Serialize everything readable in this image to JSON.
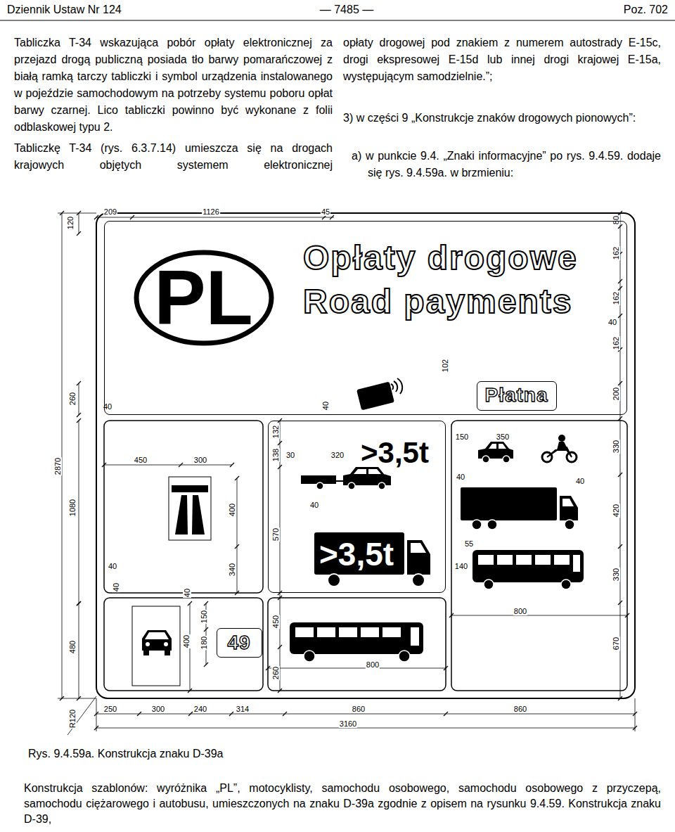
{
  "diagram": {
    "caption": "Rys. 9.4.59a. Konstrukcja znaku D-39a",
    "nodes": [
      {
        "text": [
          "Opłaty drogowe",
          "Road payments"
        ]
      },
      {
        "text": [
          "PL"
        ],
        "in": 0
      },
      {
        "text": [
          "Płatna"
        ],
        "in": 0
      },
      {
        "text": [
          ">3,5t",
          ">3,5t"
        ]
      },
      {
        "text": [
          "49"
        ]
      }
    ],
    "labels": [
      "Dziennik Ustaw Nr 124",
      "— 7485 —",
      "Poz. 702",
      "Tabliczka T-34 wskazująca pobór opłaty elektronicznej za przejazd drogą publiczną posiada tło barwy pomarańczowej z białą ramką tarczy tabliczki i symbol urządzenia instalowanego w pojeździe samochodowym na potrzeby systemu poboru opłat barwy czarnej. Lico tabliczki powinno być wykonane z folii odblaskowej typu 2.",
      "Tabliczkę T-34 (rys. 6.3.7.14) umieszcza się na drogach krajowych objętych systemem elektronicznej",
      "opłaty drogowej pod znakiem z numerem autostrady E-15c, drogi ekspresowej E-15d lub innej drogi krajowej E-15a, występującym samodzielnie.”;",
      "3) w części 9 „Konstrukcje znaków drogowych pionowych”:",
      "a) w punkcie 9.4. „Znaki informacyjne” po rys. 9.4.59. dodaje się rys. 9.4.59a. w brzmieniu:",
      "120",
      "209",
      "1126",
      "45",
      "80",
      "162",
      "162",
      "40",
      "162",
      "260",
      "40",
      "102",
      "40",
      "200",
      "2870",
      "450",
      "300",
      "132",
      "138",
      "30",
      "320",
      "150",
      "350",
      "330",
      "40",
      "40",
      "1080",
      "400",
      "40",
      "420",
      "570",
      "55",
      "40",
      "340",
      "140",
      "330",
      "40",
      "40",
      "800",
      "480",
      "150",
      "400",
      "180",
      "450",
      "260",
      "800",
      "670",
      "R120",
      "250",
      "300",
      "240",
      "314",
      "860",
      "860",
      "3160",
      "Konstrukcja szablonów: wyróżnika „PL”, motocyklisty, samochodu osobowego, samochodu osobowego z przyczepą, samochodu ciężarowego i autobusu, umieszczonych na znaku D-39a zgodnie z opisem na rysunku 9.4.59. Konstrukcja znaku D-39,"
    ]
  }
}
